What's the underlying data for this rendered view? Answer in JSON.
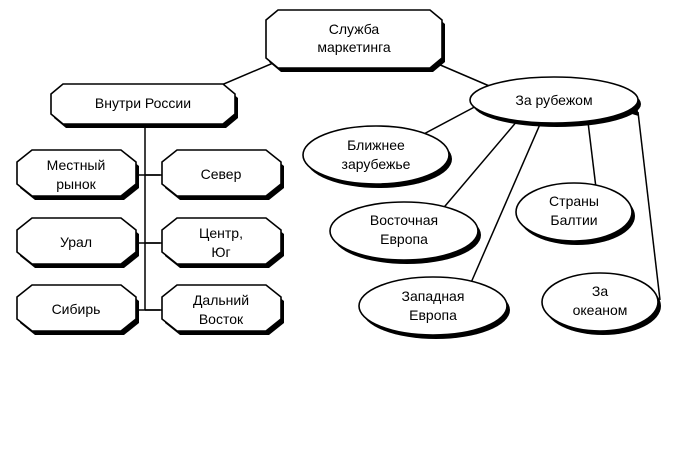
{
  "diagram": {
    "root": {
      "line1": "Служба",
      "line2": "маркетинга"
    },
    "domestic": {
      "label": "Внутри России"
    },
    "foreign": {
      "label": "За рубежом"
    },
    "regions": [
      {
        "line1": "Местный",
        "line2": "рынок"
      },
      {
        "line1": "Урал",
        "line2": ""
      },
      {
        "line1": "Сибирь",
        "line2": ""
      },
      {
        "line1": "Север",
        "line2": ""
      },
      {
        "line1": "Центр,",
        "line2": "Юг"
      },
      {
        "line1": "Дальний",
        "line2": "Восток"
      }
    ],
    "abroad": [
      {
        "line1": "Ближнее",
        "line2": "зарубежье"
      },
      {
        "line1": "Восточная",
        "line2": "Европа"
      },
      {
        "line1": "Западная",
        "line2": "Европа"
      },
      {
        "line1": "Страны",
        "line2": "Балтии"
      },
      {
        "line1": "За",
        "line2": "океаном"
      }
    ]
  }
}
